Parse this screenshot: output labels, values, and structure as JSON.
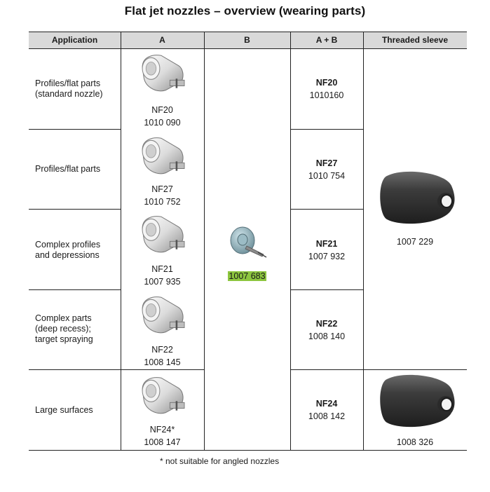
{
  "title": "Flat jet nozzles – overview (wearing parts)",
  "headers": [
    "Application",
    "A",
    "B",
    "A + B",
    "Threaded sleeve"
  ],
  "rows": [
    {
      "application": "Profiles/flat parts\n(standard nozzle)",
      "a_name": "NF20",
      "a_code": "1010 090",
      "ab_name": "NF20",
      "ab_code": "1010160",
      "a_icon": "flat-nozzle-icon"
    },
    {
      "application": "Profiles/flat parts",
      "a_name": "NF27",
      "a_code": "1010 752",
      "ab_name": "NF27",
      "ab_code": "1010 754",
      "a_icon": "flat-nozzle-icon"
    },
    {
      "application": "Complex profiles\nand depressions",
      "a_name": "NF21",
      "a_code": "1007 935",
      "ab_name": "NF21",
      "ab_code": "1007 932",
      "a_icon": "flat-nozzle-icon"
    },
    {
      "application": "Complex parts\n(deep recess);\ntarget spraying",
      "a_name": "NF22",
      "a_code": "1008 145",
      "ab_name": "NF22",
      "ab_code": "1008 140",
      "a_icon": "flat-nozzle-icon"
    },
    {
      "application": "Large surfaces",
      "a_name": "NF24*",
      "a_code": "1008 147",
      "ab_name": "NF24",
      "ab_code": "1008 142",
      "a_icon": "flat-nozzle-icon"
    }
  ],
  "b_part": {
    "code": "1007 683",
    "icon": "needle-insert-icon",
    "highlight_color": "#8dc63f"
  },
  "sleeves": [
    {
      "code": "1007 229",
      "icon": "threaded-sleeve-icon"
    },
    {
      "code": "1008 326",
      "icon": "threaded-sleeve-icon"
    }
  ],
  "footnote": "* not suitable for angled nozzles",
  "colors": {
    "header_bg": "#d9d9d9",
    "rule": "#222222",
    "sleeve": "#3a3a3a"
  }
}
